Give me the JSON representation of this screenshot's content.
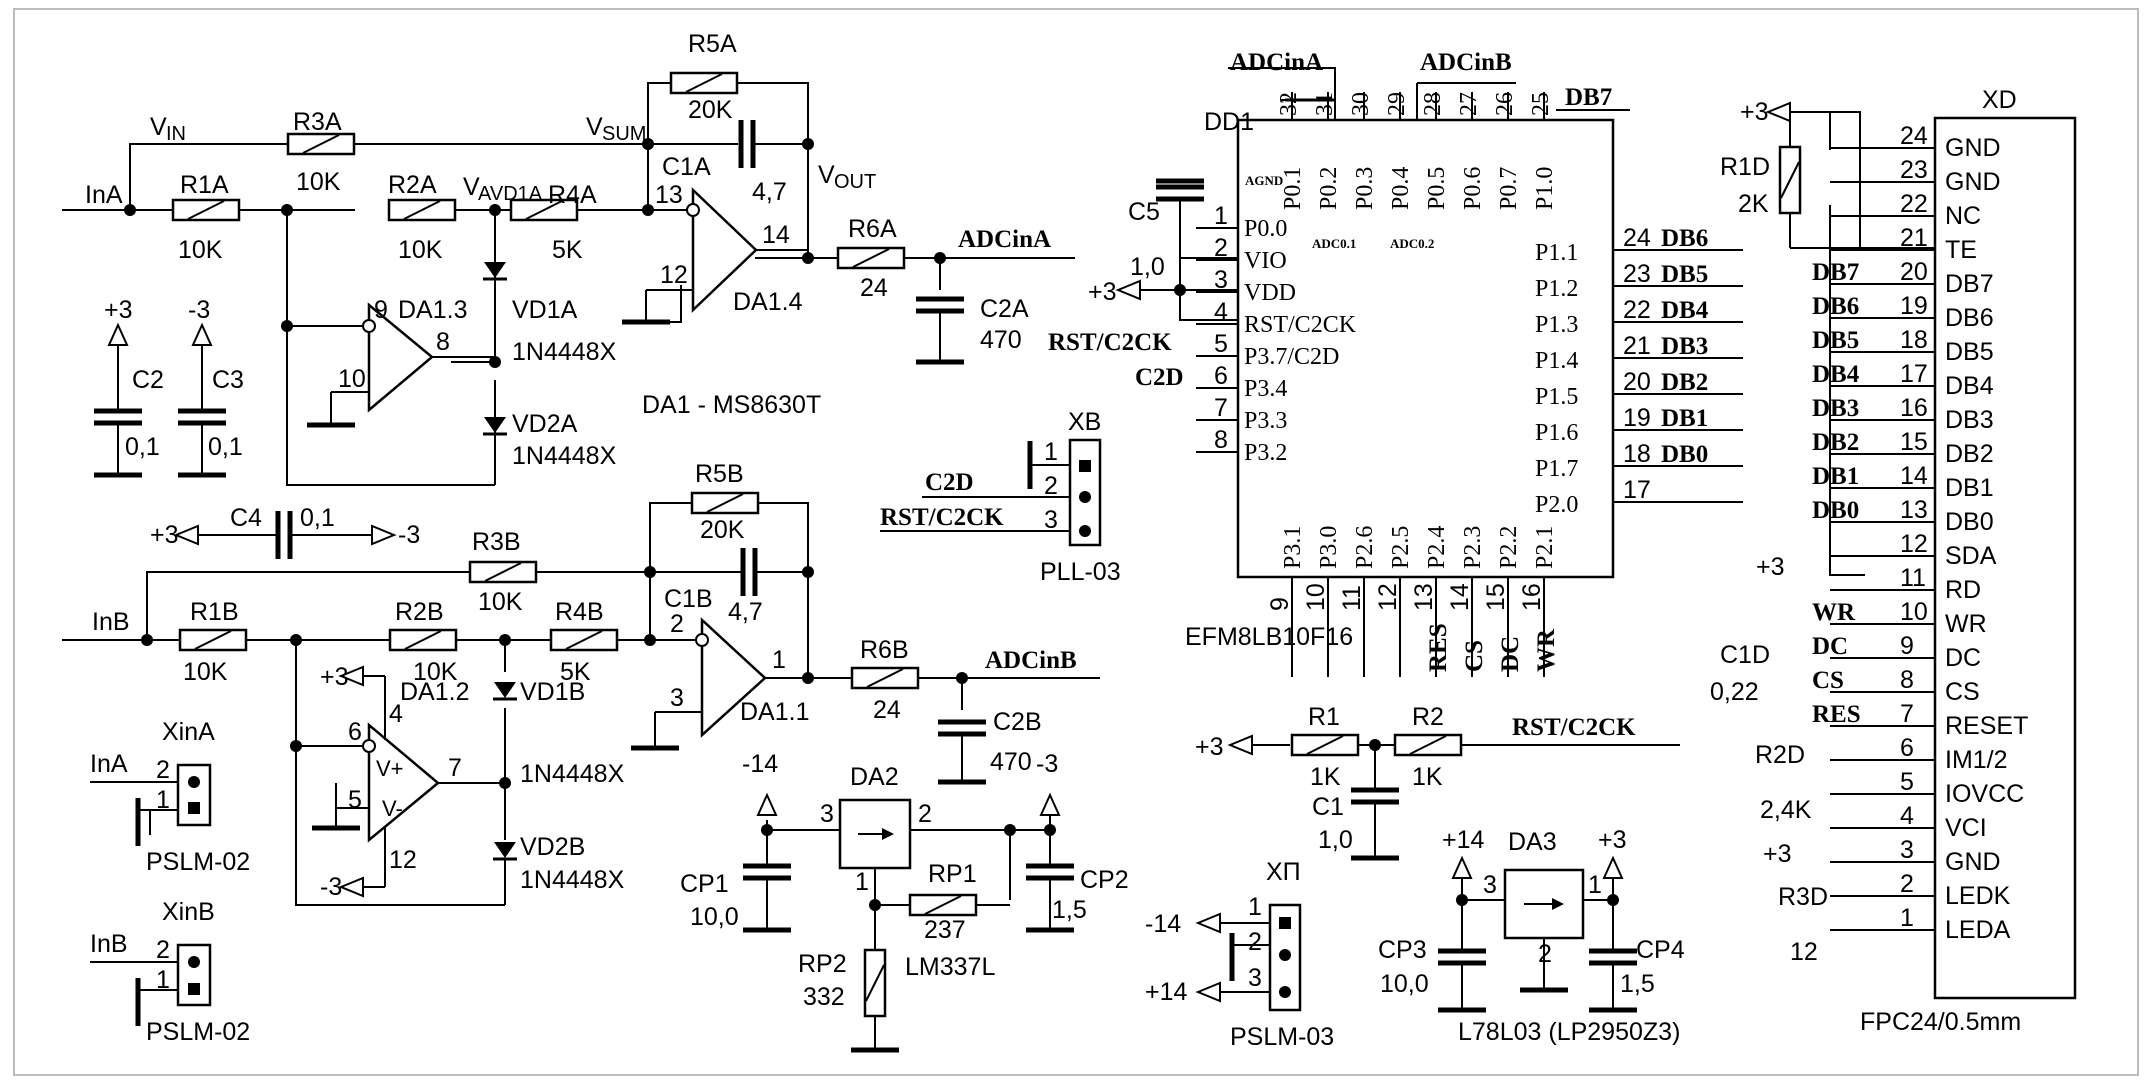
{
  "analog": {
    "chA": {
      "vin": "V",
      "vin_sub": "IN",
      "vsum": "V",
      "vsum_sub": "SUM",
      "vavd": "V",
      "vavd_sub": "AVD1A",
      "vout": "V",
      "vout_sub": "OUT",
      "inA": "InA",
      "r1": "R1A",
      "r1v": "10K",
      "r2": "R2A",
      "r2v": "10K",
      "r3": "R3A",
      "r3v": "10K",
      "r4": "R4A",
      "r4v": "5K",
      "r5": "R5A",
      "r5v": "20K",
      "c1": "C1A",
      "c1v": "4,7",
      "r6": "R6A",
      "r6v": "24",
      "net": "ADCinA",
      "c2": "C2A",
      "c2v": "470",
      "op1": "DA1.3",
      "op1p1": "9",
      "op1p2": "10",
      "op1p3": "8",
      "op2": "DA1.4",
      "op2p1": "13",
      "op2p2": "12",
      "op2p3": "14",
      "vd1": "VD1A",
      "vd1v": "1N4448X",
      "vd2": "VD2A",
      "vd2v": "1N4448X",
      "chip_note": "DA1 - MS8630T"
    },
    "chB": {
      "inB": "InB",
      "r1": "R1B",
      "r1v": "10K",
      "r2": "R2B",
      "r2v": "10K",
      "r3": "R3B",
      "r3v": "10K",
      "r4": "R4B",
      "r4v": "5K",
      "r5": "R5B",
      "r5v": "20K",
      "c1": "C1B",
      "c1v": "4,7",
      "r6": "R6B",
      "r6v": "24",
      "net": "ADCinB",
      "c2": "C2B",
      "c2v": "470",
      "op1": "DA1.2",
      "op1p1": "6",
      "op1p2": "5",
      "op1p3": "7",
      "op1p4": "4",
      "op1p5": "12",
      "vplus": "V+",
      "vminus": "V-",
      "op2": "DA1.1",
      "op2p1": "2",
      "op2p2": "3",
      "op2p3": "1",
      "vd1": "VD1B",
      "vd1v": "1N4448X",
      "vd2": "VD2B",
      "vd2v": "1N4448X"
    },
    "supply": {
      "p3": "+3",
      "m3": "-3",
      "c2": "C2",
      "c2v": "0,1",
      "c3": "C3",
      "c3v": "0,1",
      "c4": "C4",
      "c4v": "0,1"
    }
  },
  "connectors": {
    "xinA": {
      "title": "XinA",
      "net": "InA",
      "pin2": "2",
      "pin1": "1",
      "type": "PSLM-02"
    },
    "xinB": {
      "title": "XinB",
      "net": "InB",
      "pin2": "2",
      "pin1": "1",
      "type": "PSLM-02"
    },
    "xb": {
      "title": "XB",
      "pin1": "1",
      "pin2": "2",
      "pin3": "3",
      "net2": "C2D",
      "net3": "RST/C2CK",
      "type": "PLL-03"
    },
    "xp": {
      "title": "ХП",
      "pin1": "1",
      "pin2": "2",
      "pin3": "3",
      "n1": "-14",
      "n3": "+14",
      "type": "PSLM-03"
    }
  },
  "regulators": {
    "da2": {
      "ref": "DA2",
      "pin1": "1",
      "pin2": "2",
      "pin3": "3",
      "vin": "-14",
      "vout": "-3",
      "cp1": "CP1",
      "cp1v": "10,0",
      "cp2": "CP2",
      "cp2v": "1,5",
      "rp1": "RP1",
      "rp1v": "237",
      "rp2": "RP2",
      "rp2v": "332",
      "part": "LM337L"
    },
    "da3": {
      "ref": "DA3",
      "pin1": "1",
      "pin2": "2",
      "pin3": "3",
      "vin": "+14",
      "vout": "+3",
      "cp3": "CP3",
      "cp3v": "10,0",
      "cp4": "CP4",
      "cp4v": "1,5",
      "part": "L78L03 (LP2950Z3)"
    }
  },
  "mcu": {
    "ref": "DD1",
    "part": "EFM8LB10F16",
    "agnd": "AGND",
    "adc01": "ADC0.1",
    "adc02": "ADC0.2",
    "top_nets": {
      "a": "ADCinA",
      "b": "ADCinB",
      "db7": "DB7"
    },
    "top_pins": [
      "32",
      "31",
      "30",
      "29",
      "28",
      "27",
      "26",
      "25"
    ],
    "top_labels": [
      "P0.1",
      "P0.2",
      "P0.3",
      "P0.4",
      "P0.5",
      "P0.6",
      "P0.7",
      "P1.0"
    ],
    "left_pins": [
      "1",
      "2",
      "3",
      "4",
      "5",
      "6",
      "7",
      "8"
    ],
    "left_labels": [
      "",
      "P0.0",
      "VIO",
      "VDD",
      "RST/C2CK",
      "P3.7/C2D",
      "P3.4",
      "P3.3",
      "P3.2"
    ],
    "left_nets": {
      "rst": "RST/C2CK",
      "c2d": "C2D",
      "vio": "+3"
    },
    "c5": "C5",
    "c5v": "1,0",
    "right_pins": [
      "24",
      "23",
      "22",
      "21",
      "20",
      "19",
      "18",
      "17"
    ],
    "right_labels": [
      "P1.1",
      "P1.2",
      "P1.3",
      "P1.4",
      "P1.5",
      "P1.6",
      "P1.7",
      "P2.0"
    ],
    "right_nets": [
      "DB6",
      "DB5",
      "DB4",
      "DB3",
      "DB2",
      "DB1",
      "DB0"
    ],
    "bottom_pins": [
      "9",
      "10",
      "11",
      "12",
      "13",
      "14",
      "15",
      "16"
    ],
    "bottom_labels": [
      "P3.1",
      "P3.0",
      "P2.6",
      "P2.5",
      "P2.4",
      "P2.3",
      "P2.2",
      "P2.1"
    ],
    "bottom_nets": [
      "RES",
      "CS",
      "DC",
      "WR"
    ]
  },
  "reset": {
    "r1": "R1",
    "r1v": "1K",
    "r2": "R2",
    "r2v": "1K",
    "c1": "C1",
    "c1v": "1,0",
    "p3": "+3",
    "net": "RST/C2CK"
  },
  "display": {
    "title": "XD",
    "part": "FPC24/0.5mm",
    "pins": [
      "24",
      "23",
      "22",
      "21",
      "20",
      "19",
      "18",
      "17",
      "16",
      "15",
      "14",
      "13",
      "12",
      "11",
      "10",
      "9",
      "8",
      "7",
      "6",
      "5",
      "4",
      "3",
      "2",
      "1"
    ],
    "names": [
      "GND",
      "GND",
      "NC",
      "TE",
      "DB7",
      "DB6",
      "DB5",
      "DB4",
      "DB3",
      "DB2",
      "DB1",
      "DB0",
      "SDA",
      "RD",
      "WR",
      "DC",
      "CS",
      "RESET",
      "IM1/2",
      "IOVCC",
      "VCI",
      "GND",
      "LEDK",
      "LEDA"
    ],
    "nets": [
      "DB7",
      "DB6",
      "DB5",
      "DB4",
      "DB3",
      "DB2",
      "DB1",
      "DB0",
      "WR",
      "DC",
      "CS",
      "RES"
    ],
    "r1d": "R1D",
    "r1dv": "2K",
    "c1d": "C1D",
    "c1dv": "0,22",
    "r2d": "R2D",
    "r2dv": "2,4K",
    "r3d": "R3D",
    "r3dv": "12",
    "p3": "+3"
  }
}
